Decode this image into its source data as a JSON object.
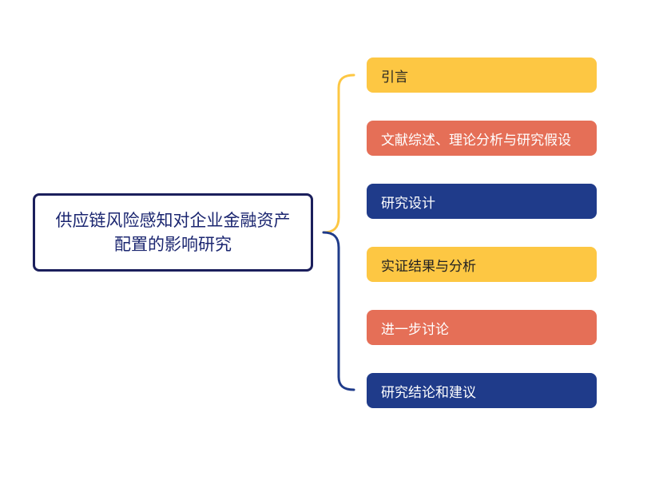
{
  "root": {
    "title": "供应链风险感知对企业金融资产配置的影响研究"
  },
  "colors": {
    "yellow": "#fdc743",
    "coral": "#e56f57",
    "navy": "#1f3b8a",
    "root_border": "#1b1f5c",
    "connector_yellow": "#fdc743",
    "connector_navy": "#1f3b8a"
  },
  "branches": [
    {
      "label": "引言",
      "color": "yellow"
    },
    {
      "label": "文献综述、理论分析与研究假设",
      "color": "coral"
    },
    {
      "label": "研究设计",
      "color": "navy"
    },
    {
      "label": "实证结果与分析",
      "color": "yellow"
    },
    {
      "label": "进一步讨论",
      "color": "coral"
    },
    {
      "label": "研究结论和建议",
      "color": "navy"
    }
  ]
}
